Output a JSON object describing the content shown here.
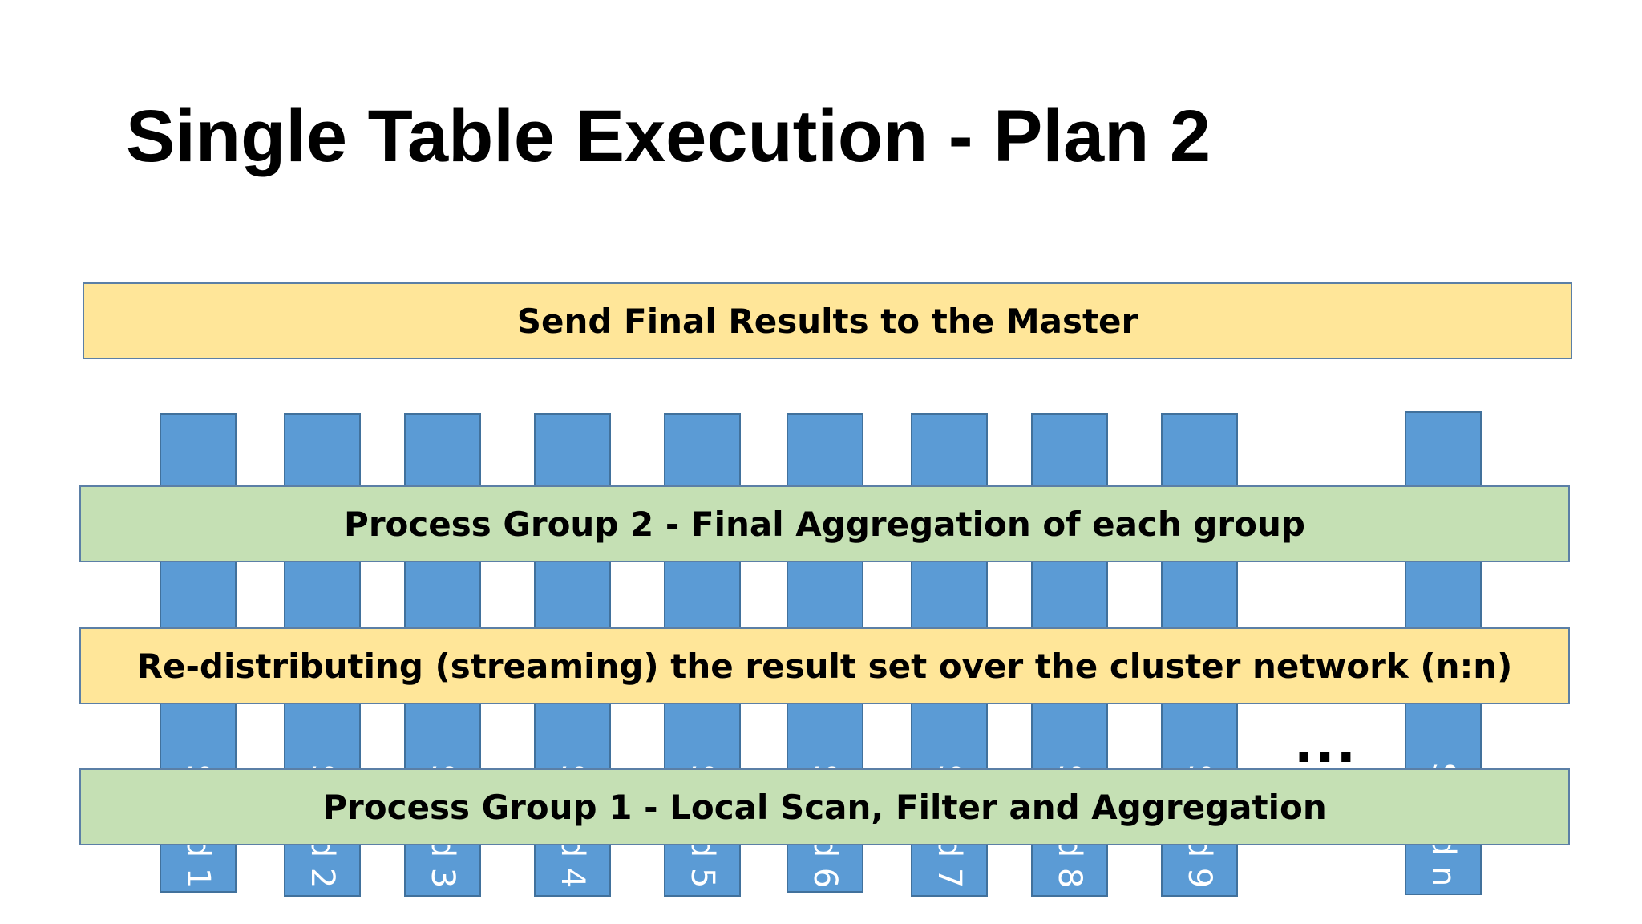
{
  "slide": {
    "title": "Single Table Execution - Plan 2",
    "ellipsis": "..."
  },
  "bands": {
    "final_results": "Send Final Results to the Master",
    "group2": "Process Group 2 - Final Aggregation of each group",
    "redistribute": "Re-distributing (streaming) the result set over the cluster network (n:n)",
    "group1": "Process Group 1 - Local Scan, Filter and Aggregation"
  },
  "shards": [
    {
      "label": "Shard 1"
    },
    {
      "label": "Shard 2"
    },
    {
      "label": "Shard 3"
    },
    {
      "label": "Shard 4"
    },
    {
      "label": "Shard 5"
    },
    {
      "label": "Shard 6"
    },
    {
      "label": "Shard 7"
    },
    {
      "label": "Shard 8"
    },
    {
      "label": "Shard 9"
    },
    {
      "label": "Shard n"
    }
  ],
  "colors": {
    "shard_fill": "#5b9bd5",
    "yellow_band": "#ffe699",
    "green_band": "#c5e0b4"
  }
}
